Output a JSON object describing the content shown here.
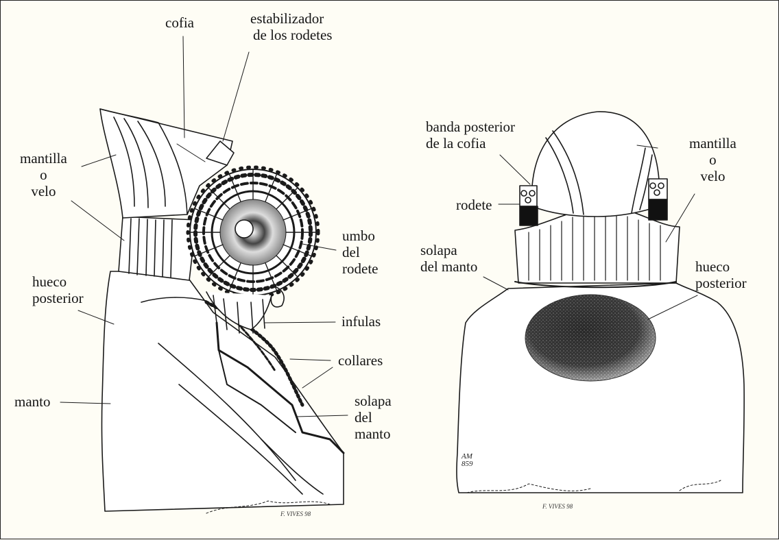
{
  "left_figure": {
    "labels": {
      "cofia": "cofia",
      "estabilizador_1": "estabilizador",
      "estabilizador_2": "de los rodetes",
      "mantilla_1": "mantilla",
      "mantilla_2": "o",
      "mantilla_3": "velo",
      "umbo_1": "umbo",
      "umbo_2": "del",
      "umbo_3": "rodete",
      "hueco_1": "hueco",
      "hueco_2": "posterior",
      "infulas": "infulas",
      "collares": "collares",
      "manto": "manto",
      "solapa_1": "solapa",
      "solapa_2": "del",
      "solapa_3": "manto"
    },
    "signature": "F. VIVES 98"
  },
  "right_figure": {
    "labels": {
      "banda_1": "banda posterior",
      "banda_2": "de la cofia",
      "mantilla_1": "mantilla",
      "mantilla_2": "o",
      "mantilla_3": "velo",
      "rodete": "rodete",
      "solapa_1": "solapa",
      "solapa_2": "del manto",
      "hueco_1": "hueco",
      "hueco_2": "posterior"
    },
    "inventory_1": "AM",
    "inventory_2": "859",
    "signature": "F. VIVES 98"
  },
  "colors": {
    "ink": "#151515",
    "paper": "#fefdf5"
  }
}
